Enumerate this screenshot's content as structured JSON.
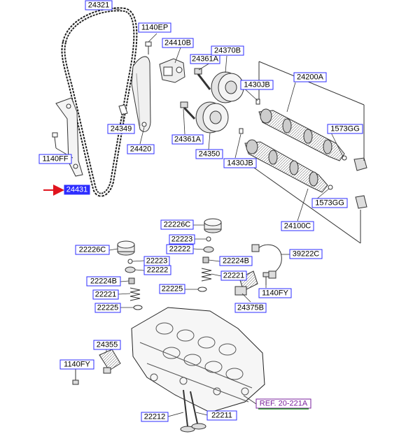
{
  "labels": {
    "l24321": "24321",
    "l1140ep": "1140EP",
    "l24410b": "24410B",
    "l24361a_top": "24361A",
    "l24370b": "24370B",
    "l1430jb_top": "1430JB",
    "l24200a": "24200A",
    "l24349": "24349",
    "l24420": "24420",
    "l1573gg_top": "1573GG",
    "l24361a_bot": "24361A",
    "l1140ff": "1140FF",
    "l24350": "24350",
    "l1430jb_bot": "1430JB",
    "l24431": "24431",
    "l1573gg_bot": "1573GG",
    "l24100c": "24100C",
    "l22226c_top": "22226C",
    "l22223_top": "22223",
    "l22226c_left": "22226C",
    "l22222_top": "22222",
    "l39222c": "39222C",
    "l22223_mid": "22223",
    "l22224b_right": "22224B",
    "l22222_mid": "22222",
    "l22224b_left": "22224B",
    "l22221_right": "22221",
    "l22225_mid": "22225",
    "l1140fy_right": "1140FY",
    "l22221_left": "22221",
    "l22225_left": "22225",
    "l24375b": "24375B",
    "l24355": "24355",
    "l1140fy_left": "1140FY",
    "ref": "REF. 20-221A",
    "l22212": "22212",
    "l22211": "22211"
  },
  "colors": {
    "label_border": "#2d2dff",
    "label_fill": "#ffffff",
    "selected_fill": "#2d2dff",
    "ref_color": "#7a1f9c",
    "ref_underline": "#1a8a1a",
    "arrow": "#e0141e",
    "line": "#333333"
  }
}
